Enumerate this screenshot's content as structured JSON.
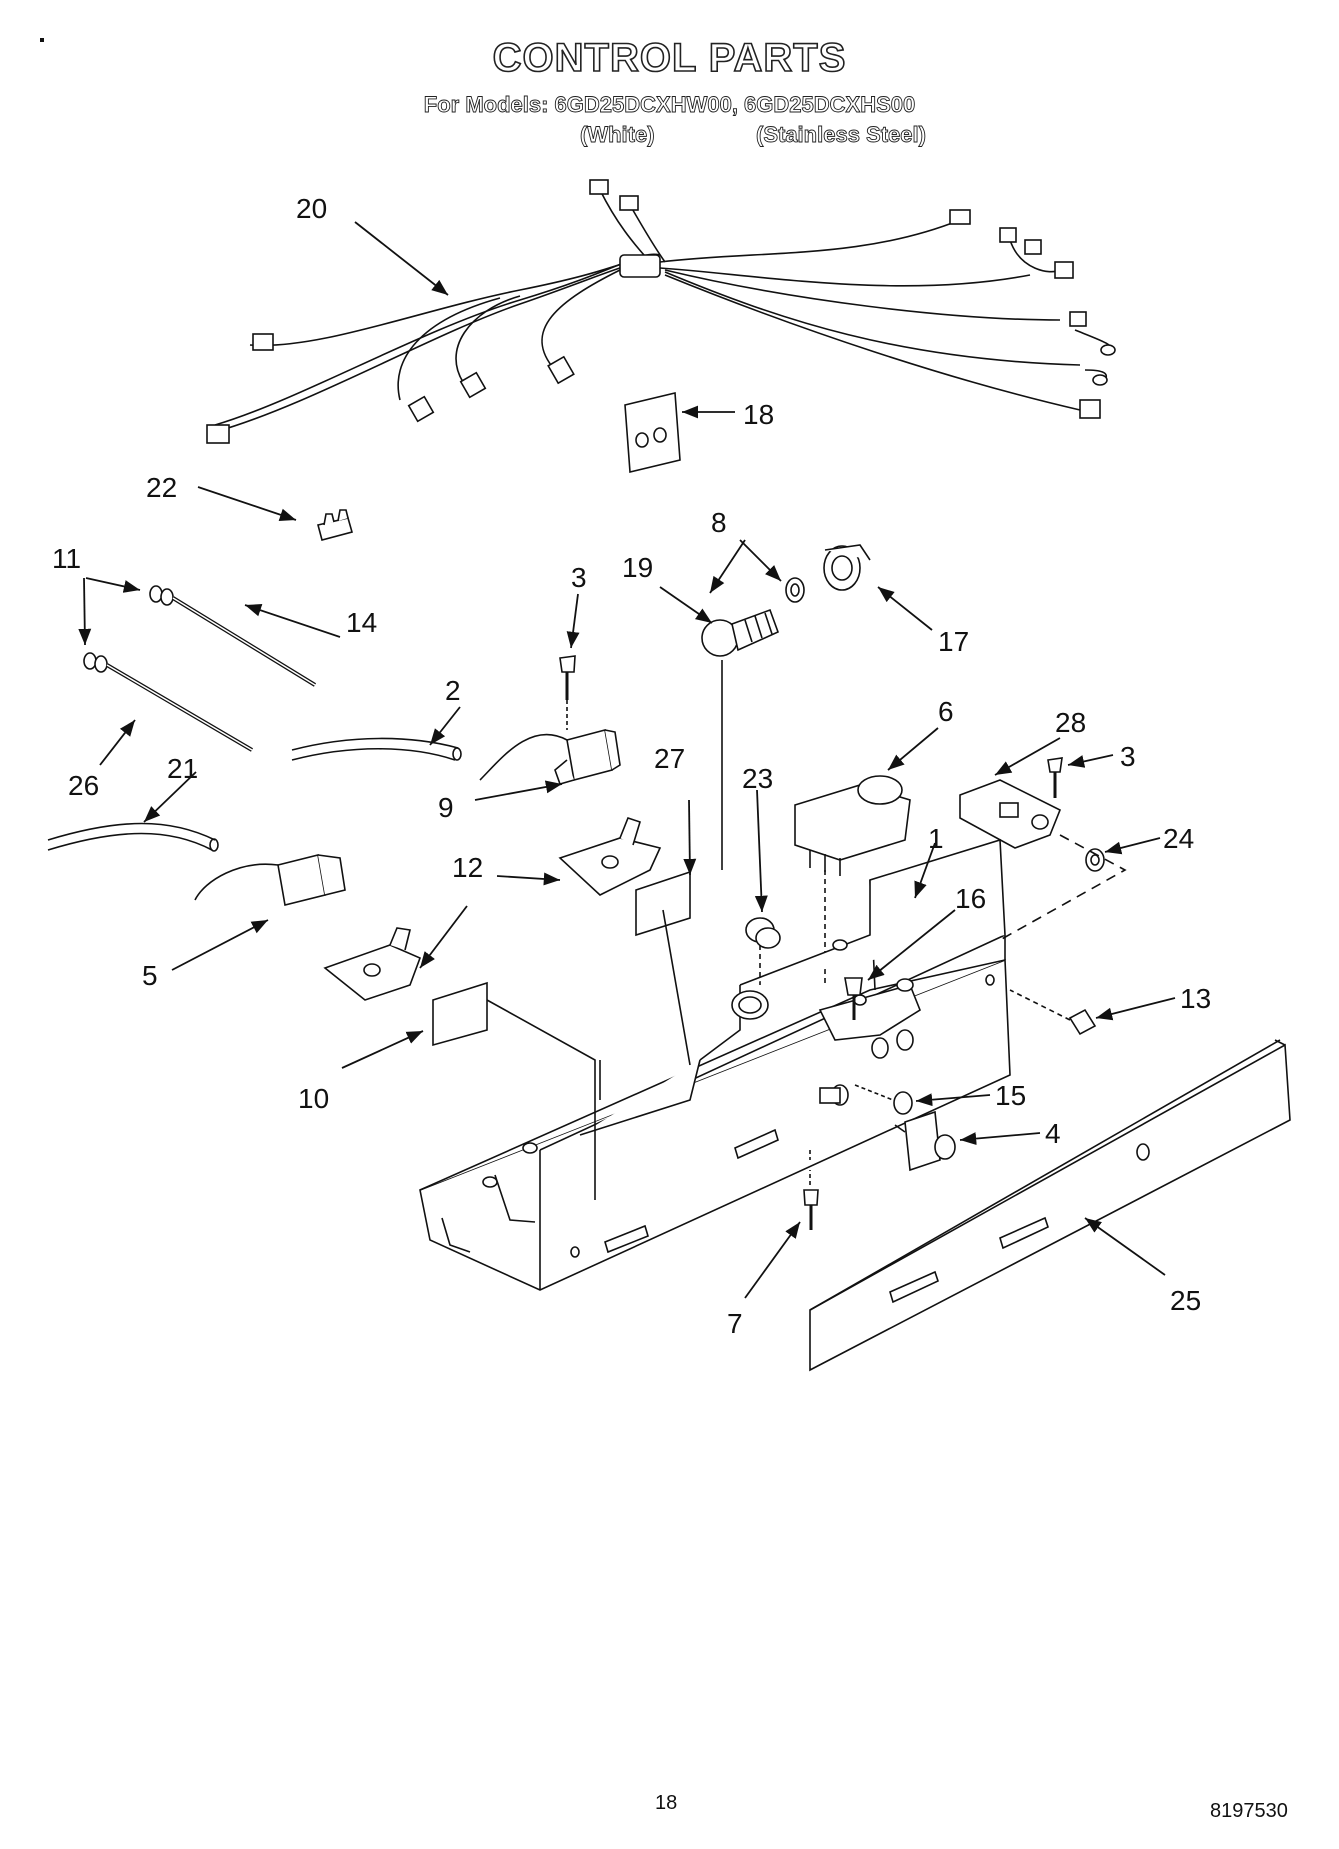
{
  "header": {
    "title": "CONTROL PARTS",
    "models_line": "For Models: 6GD25DCXHW00, 6GD25DCXHS00",
    "variant_white": "(White)",
    "variant_stainless": "(Stainless Steel)"
  },
  "callouts": [
    "1",
    "2",
    "3",
    "3",
    "4",
    "5",
    "6",
    "7",
    "8",
    "9",
    "10",
    "11",
    "12",
    "13",
    "14",
    "15",
    "16",
    "17",
    "18",
    "19",
    "20",
    "21",
    "22",
    "23",
    "24",
    "25",
    "26",
    "27",
    "28"
  ],
  "footer": {
    "page_number": "18",
    "doc_number": "8197530"
  }
}
